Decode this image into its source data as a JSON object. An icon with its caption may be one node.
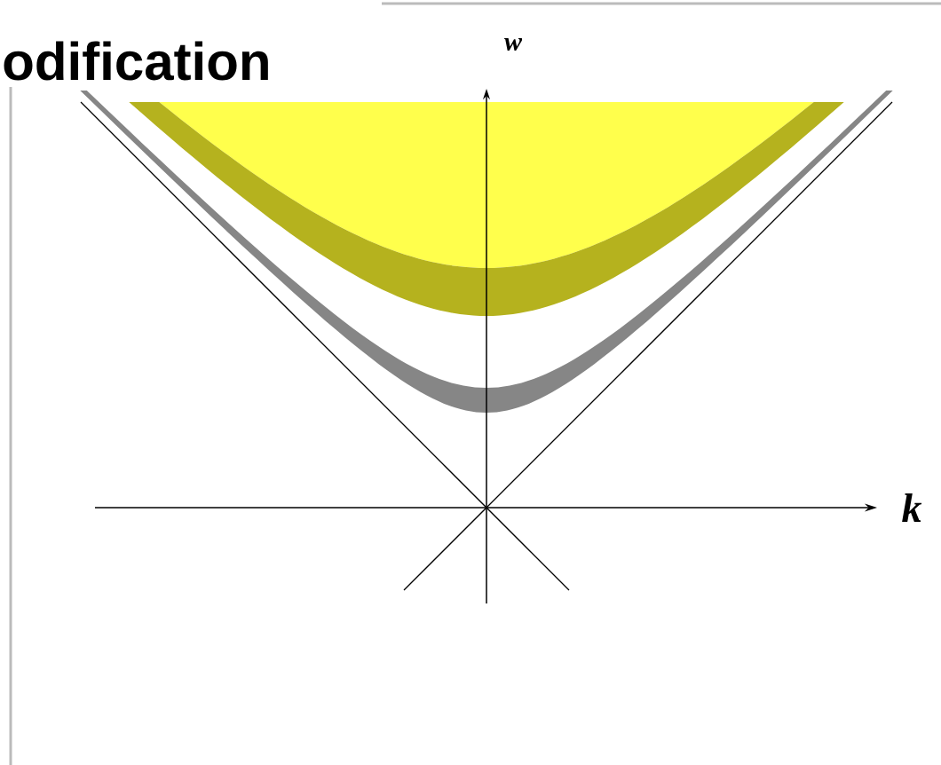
{
  "diagram": {
    "title": "odification",
    "labels": [
      "w",
      "k"
    ]
  }
}
